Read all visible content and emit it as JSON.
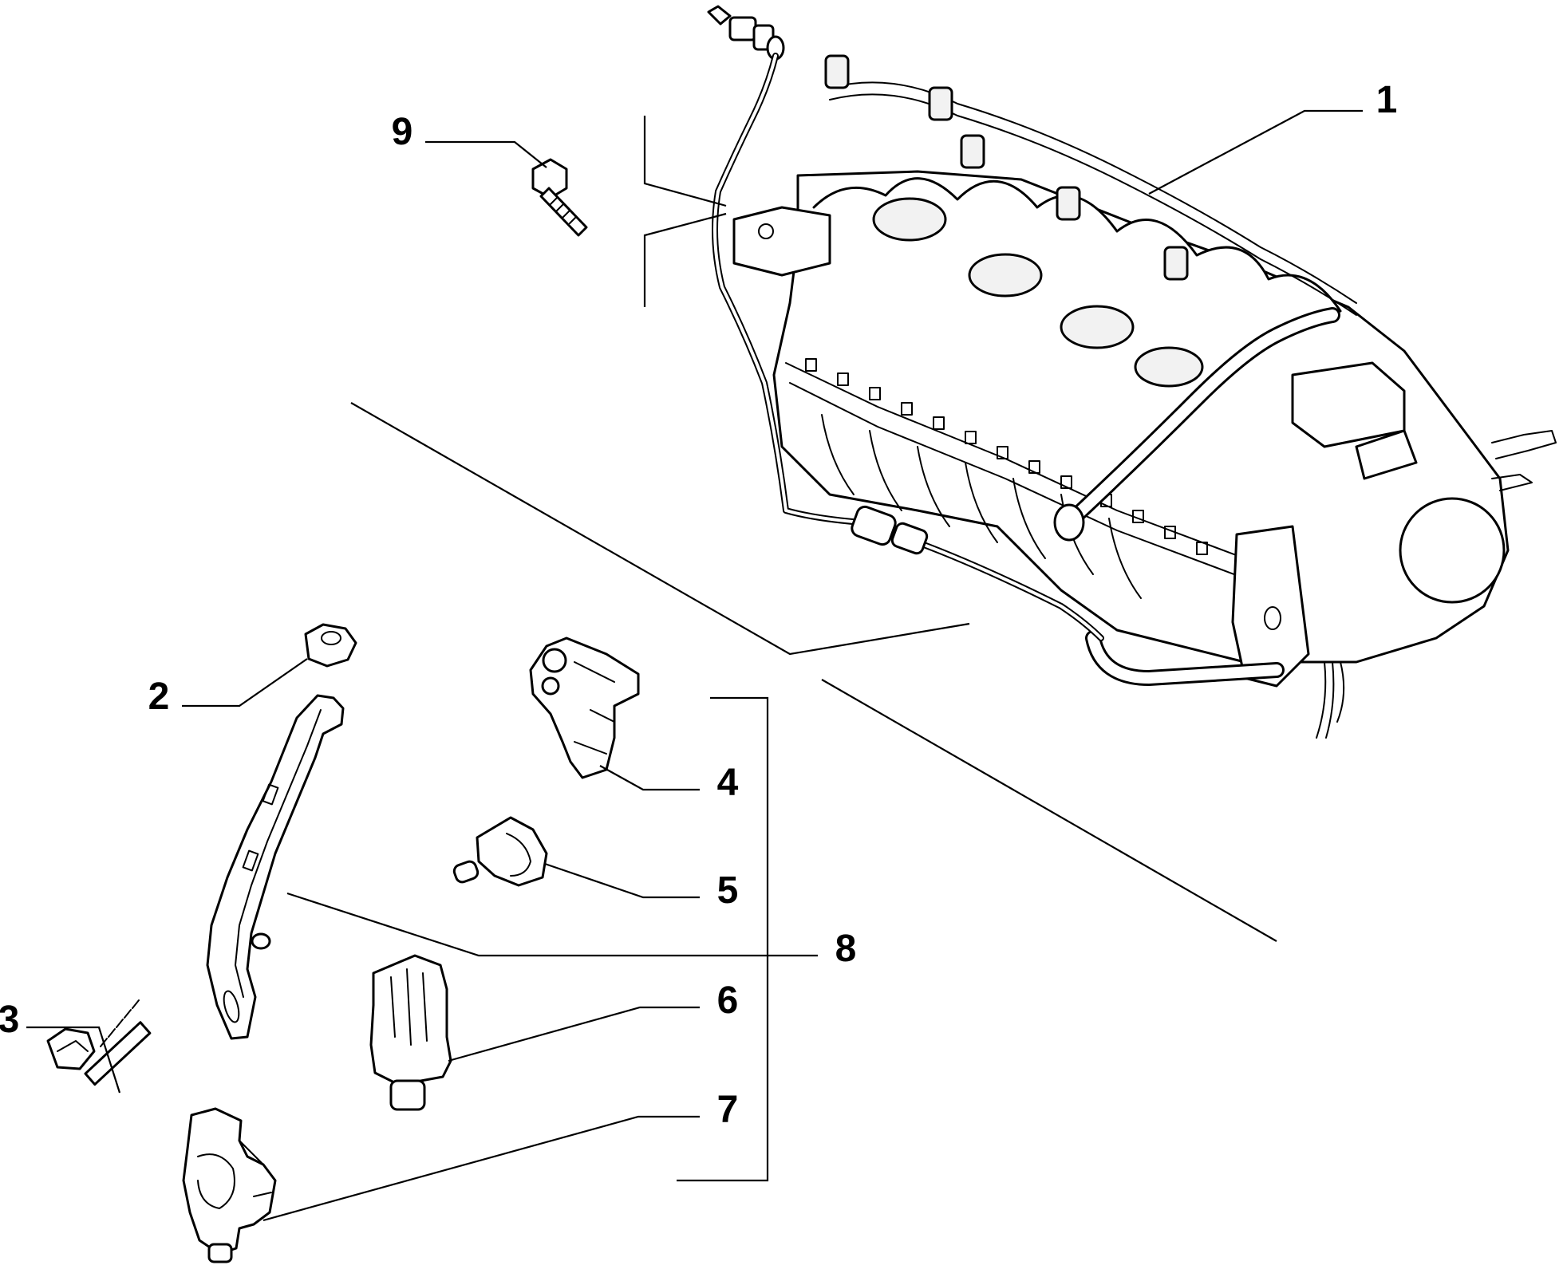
{
  "callouts": {
    "c1": "1",
    "c2": "2",
    "c3": "3",
    "c4": "4",
    "c5": "5",
    "c6": "6",
    "c7": "7",
    "c8": "8",
    "c9": "9"
  },
  "colors": {
    "ink": "#000000",
    "background": "#ffffff"
  }
}
